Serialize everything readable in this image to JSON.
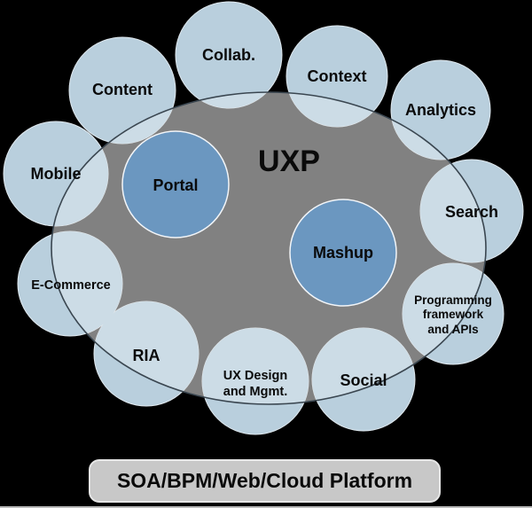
{
  "title": "UXP",
  "platform": "SOA/BPM/Web/Cloud Platform",
  "outer_circles": [
    {
      "id": "collab",
      "lines": [
        "Collab."
      ]
    },
    {
      "id": "context",
      "lines": [
        "Context"
      ]
    },
    {
      "id": "analytics",
      "lines": [
        "Analytics"
      ]
    },
    {
      "id": "search",
      "lines": [
        "Search"
      ]
    },
    {
      "id": "programming",
      "lines": [
        "Programming",
        "framework",
        "and APIs"
      ]
    },
    {
      "id": "social",
      "lines": [
        "Social"
      ]
    },
    {
      "id": "ux-design",
      "lines": [
        "UX Design",
        "and Mgmt."
      ]
    },
    {
      "id": "ria",
      "lines": [
        "RIA"
      ]
    },
    {
      "id": "ecommerce",
      "lines": [
        "E-Commerce"
      ]
    },
    {
      "id": "mobile",
      "lines": [
        "Mobile"
      ]
    },
    {
      "id": "content",
      "lines": [
        "Content"
      ]
    }
  ],
  "inner_circles": [
    {
      "id": "portal",
      "label": "Portal"
    },
    {
      "id": "mashup",
      "label": "Mashup"
    }
  ],
  "colors": {
    "background": "#000000",
    "ellipse_fill": "#ebebeb",
    "outer_circle": "#b9cfdd",
    "inner_circle": "#6b97c0",
    "platform_fill": "#c8c8c8"
  }
}
